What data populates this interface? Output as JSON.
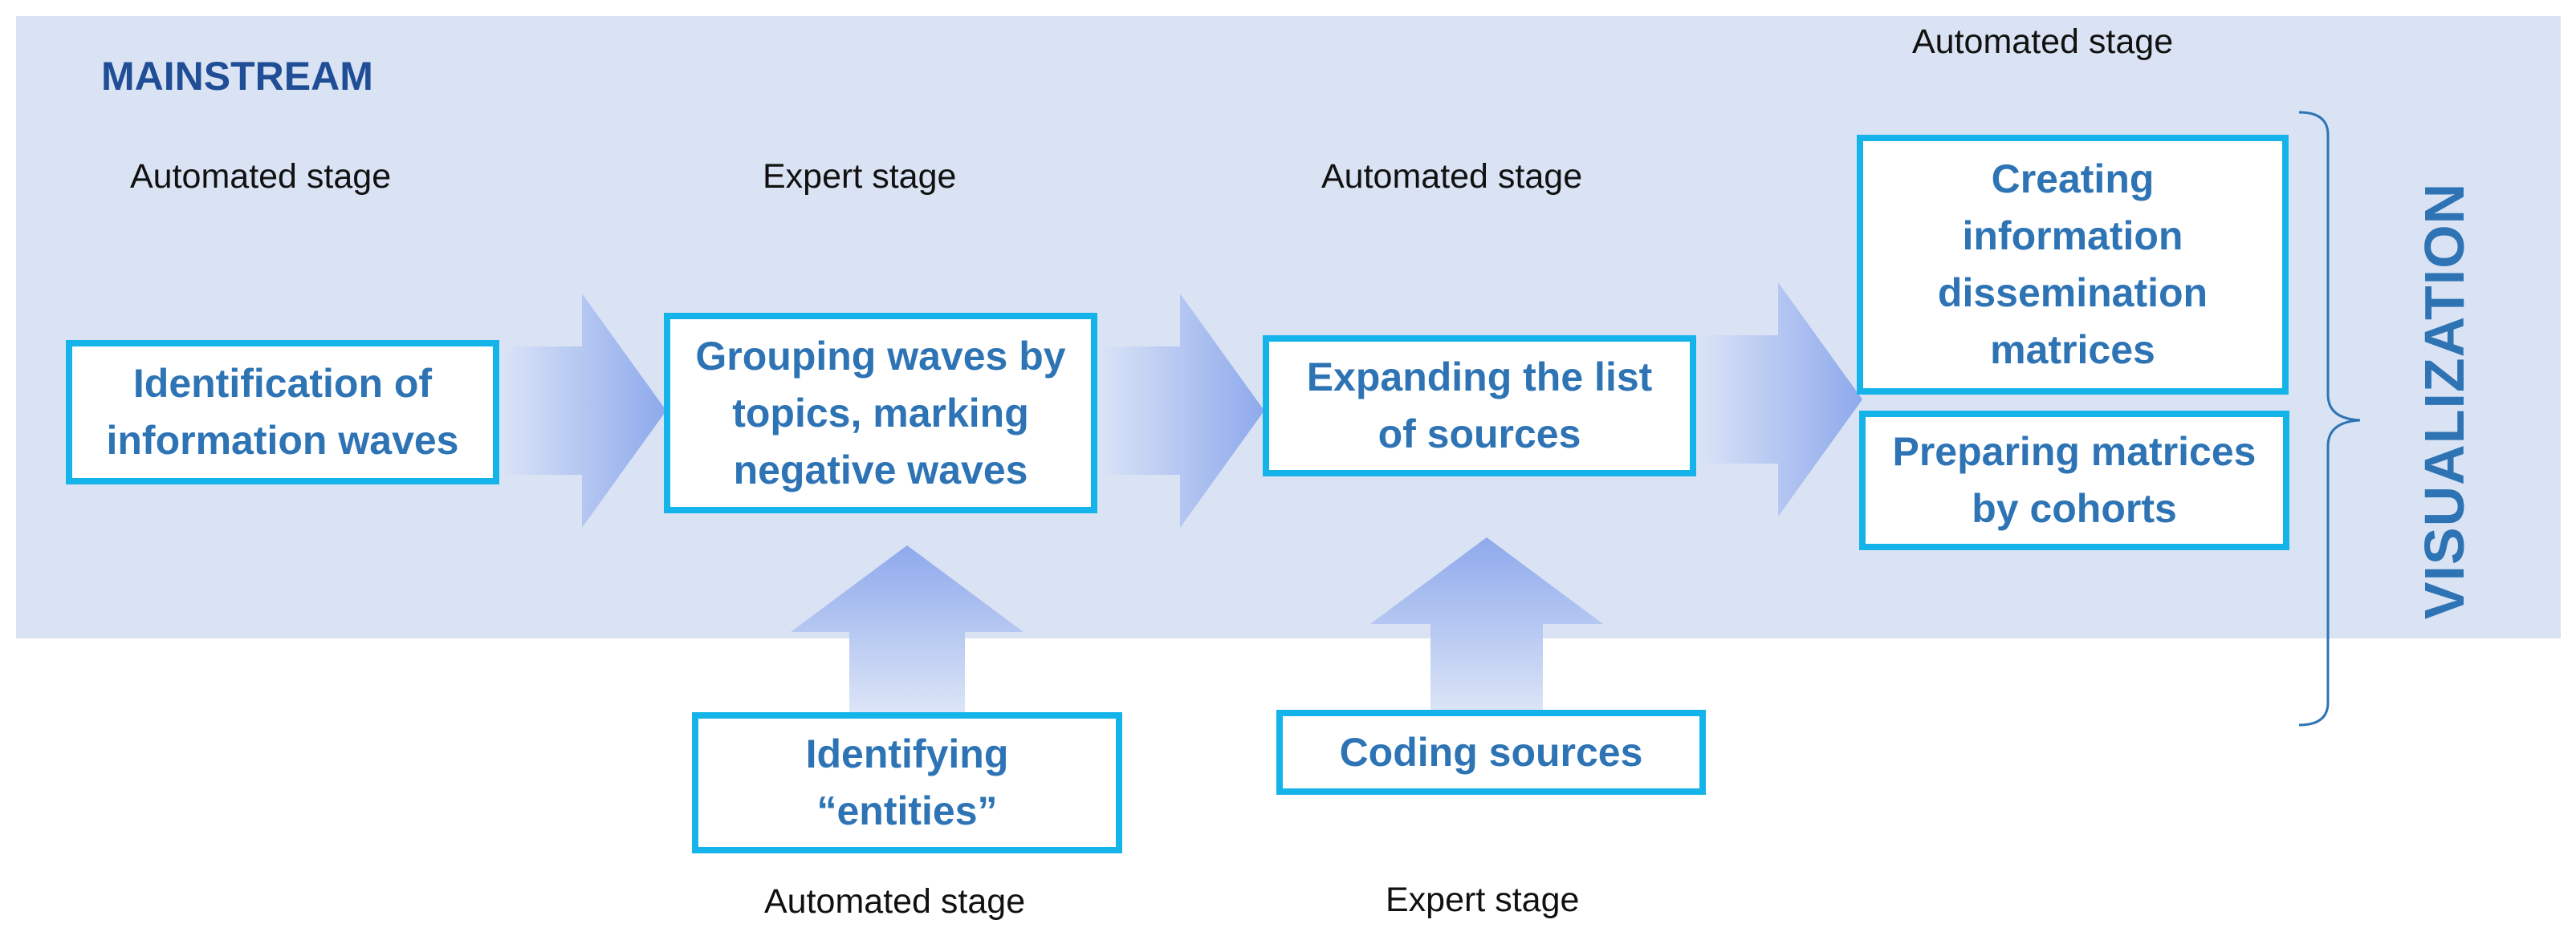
{
  "header": {
    "title": "MAINSTREAM"
  },
  "stages": {
    "s1_top": "Automated stage",
    "s2_top": "Expert stage",
    "s3_top": "Automated stage",
    "s4_top": "Automated stage",
    "s2_bottom": "Automated stage",
    "s3_bottom": "Expert stage"
  },
  "steps": {
    "identification": "Identification of information waves",
    "grouping": "Grouping waves by topics, marking negative waves",
    "expanding": "Expanding the list of sources",
    "creating": "Creating information dissemination matrices",
    "preparing": "Preparing matrices by cohorts",
    "identifying": "Identifying “entities”",
    "coding": "Coding sources"
  },
  "side_label": "VISUALIZATION",
  "colors": {
    "band": "#dae3f3",
    "box_border": "#14b4ea",
    "box_text": "#2e74b5",
    "title_text": "#1f4e96",
    "arrow_dark": "#8ea9ec",
    "arrow_light": "#dce5f7"
  }
}
